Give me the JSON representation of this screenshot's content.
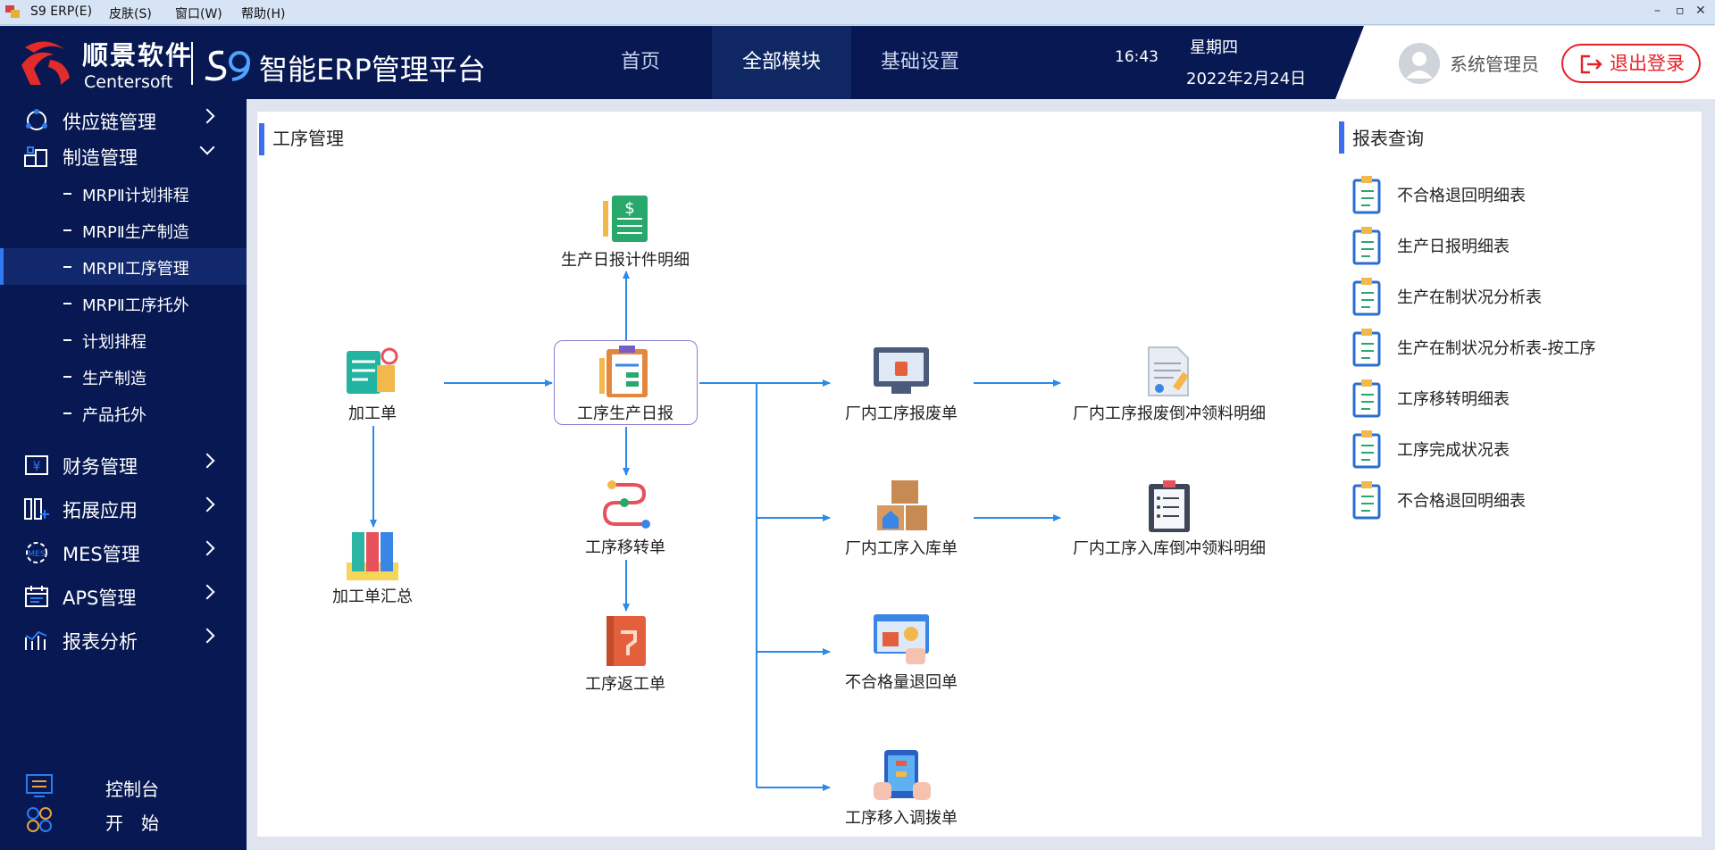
{
  "menubar": {
    "app_title": "S9 ERP(E)",
    "items": [
      "皮肤(S)",
      "窗口(W)",
      "帮助(H)"
    ],
    "window_controls": [
      "–",
      "▫",
      "✕"
    ]
  },
  "header": {
    "logo_text": "顺景软件",
    "logo_sub": "Centersoft",
    "platform_title": "智能ERP管理平台",
    "nav": [
      {
        "label": "首页",
        "active": false
      },
      {
        "label": "全部模块",
        "active": true
      },
      {
        "label": "基础设置",
        "active": false
      }
    ],
    "time": "16:43",
    "weekday": "星期四",
    "date": "2022年2月24日",
    "user": "系统管理员",
    "logout_label": "退出登录",
    "accent_red": "#e8202a"
  },
  "sidebar": {
    "items": [
      {
        "label": "供应链管理",
        "icon": "supply-chain-icon",
        "expanded": false
      },
      {
        "label": "制造管理",
        "icon": "manufacturing-icon",
        "expanded": true
      },
      {
        "label": "财务管理",
        "icon": "finance-icon",
        "expanded": false
      },
      {
        "label": "拓展应用",
        "icon": "extension-icon",
        "expanded": false
      },
      {
        "label": "MES管理",
        "icon": "mes-icon",
        "expanded": false
      },
      {
        "label": "APS管理",
        "icon": "aps-icon",
        "expanded": false
      },
      {
        "label": "报表分析",
        "icon": "report-analysis-icon",
        "expanded": false
      }
    ],
    "sub_items": [
      {
        "label": "MRPⅡ计划排程",
        "active": false
      },
      {
        "label": "MRPⅡ生产制造",
        "active": false
      },
      {
        "label": "MRPⅡ工序管理",
        "active": true
      },
      {
        "label": "MRPⅡ工序托外",
        "active": false
      },
      {
        "label": "计划排程",
        "active": false
      },
      {
        "label": "生产制造",
        "active": false
      },
      {
        "label": "产品托外",
        "active": false
      }
    ],
    "footer": [
      {
        "label": "控制台",
        "icon": "console-icon"
      },
      {
        "label": "开　始",
        "icon": "start-icon"
      }
    ]
  },
  "main": {
    "section_title": "工序管理",
    "nodes": {
      "jiagongdan": {
        "label": "加工单",
        "icon": "work-order-icon"
      },
      "jiagongdan_sum": {
        "label": "加工单汇总",
        "icon": "binders-icon"
      },
      "daily_detail": {
        "label": "生产日报计件明细",
        "icon": "piecework-icon"
      },
      "daily": {
        "label": "工序生产日报",
        "icon": "clipboard-icon"
      },
      "transfer": {
        "label": "工序移转单",
        "icon": "transfer-route-icon"
      },
      "rework": {
        "label": "工序返工单",
        "icon": "rework-book-icon"
      },
      "scrap": {
        "label": "厂内工序报废单",
        "icon": "scrap-monitor-icon"
      },
      "scrap_detail": {
        "label": "厂内工序报废倒冲领料明细",
        "icon": "document-approve-icon"
      },
      "storage": {
        "label": "厂内工序入库单",
        "icon": "warehouse-boxes-icon"
      },
      "storage_detail": {
        "label": "厂内工序入库倒冲领料明细",
        "icon": "checklist-icon"
      },
      "reject_return": {
        "label": "不合格量退回单",
        "icon": "reject-return-icon"
      },
      "move_allocate": {
        "label": "工序移入调拨单",
        "icon": "tablet-hand-icon"
      }
    }
  },
  "reports": {
    "title": "报表查询",
    "items": [
      "不合格退回明细表",
      "生产日报明细表",
      "生产在制状况分析表",
      "生产在制状况分析表-按工序",
      "工序移转明细表",
      "工序完成状况表",
      "不合格退回明细表"
    ]
  }
}
